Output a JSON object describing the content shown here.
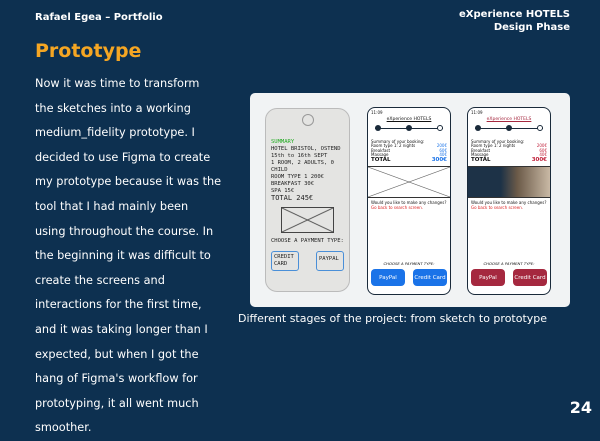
{
  "header": {
    "left": "Rafael Egea – Portfolio",
    "right_line1": "eXperience HOTELS",
    "right_line2": "Design Phase"
  },
  "title": "Prototype",
  "body_lines": [
    "Now it was time to transform",
    "the sketches into a working",
    "medium_fidelity prototype. I",
    "decided to use Figma to create",
    "my prototype because it was the",
    "tool that I had mainly been",
    "using throughout the course. In",
    "the beginning it was difficult to",
    "create the screens and",
    "interactions for the first time,",
    "and it was taking longer than I",
    "expected, but when I got the",
    "hang of Figma's workflow for",
    "prototyping, it all went much",
    "smoother."
  ],
  "caption": "Different stages of the project: from sketch to prototype",
  "page_number": "24",
  "sketch": {
    "lines": [
      "SUMMARY",
      "HOTEL BRISTOL, OSTEND",
      "15th to 16th SEPT",
      "1 ROOM, 2 ADULTS, 0 CHILD",
      "ROOM TYPE 1   200€",
      "BREAKFAST      30€",
      "SPA            15€",
      "TOTAL        245€"
    ],
    "choose": "CHOOSE A PAYMENT TYPE:",
    "credit": "CREDIT CARD",
    "paypal": "PAYPAL"
  },
  "prototype": {
    "time": "11:09",
    "brand": "eXperience HOTELS",
    "summary": "Summary of your booking:",
    "rows": [
      [
        "Room type 1: 2 nights",
        "200€"
      ],
      [
        "Breakfast",
        "60€"
      ],
      [
        "Massage",
        "40€"
      ]
    ],
    "total": [
      "TOTAL",
      "300€"
    ],
    "changes": "Would you like to make any changes?",
    "back": "Go back to search screen.",
    "choose": "CHOOSE A PAYMENT TYPE:",
    "paypal": "PayPal",
    "credit": "Credit Card"
  },
  "colors": {
    "bg": "#0d3050",
    "accent": "#f5a623",
    "blue": "#1a73e8",
    "crimson": "#a5283f"
  }
}
